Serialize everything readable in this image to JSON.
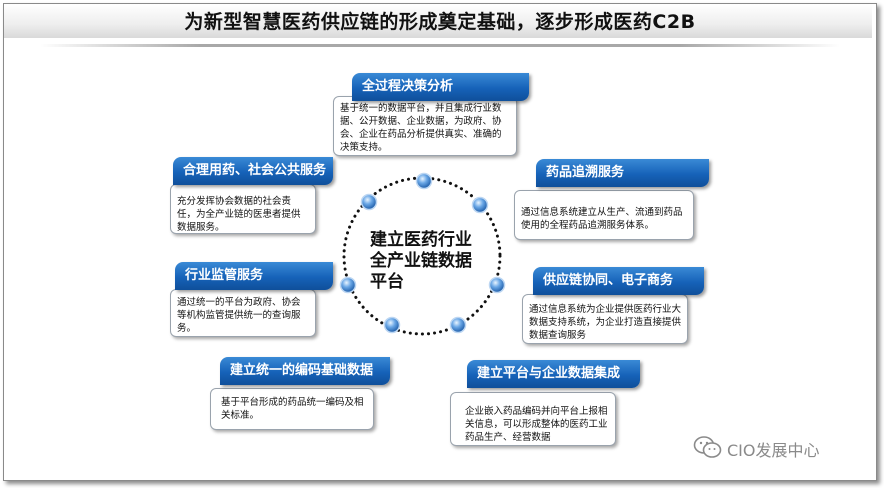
{
  "title": "为新型智慧医药供应链的形成奠定基础，逐步形成医药C2B",
  "center": {
    "line1": "建立医药行业",
    "line2": "全产业链数据",
    "line3": "平台"
  },
  "nodes": {
    "decision": {
      "title": "全过程决策分析",
      "body": "基于统一的数据平台，并且集成行业数据、公开数据、企业数据，为政府、协会、企业在药品分析提供真实、准确的决策支持。"
    },
    "trace": {
      "title": "药品追溯服务",
      "body": "通过信息系统建立从生产、流通到药品使用的全程药品追溯服务体系。"
    },
    "supply": {
      "title": "供应链协同、电子商务",
      "body": "通过信息系统为企业提供医药行业大数据支持系统，为企业打造直接提供数据查询服务"
    },
    "integration": {
      "title": "建立平台与企业数据集成",
      "body": "企业嵌入药品编码并向平台上报相关信息，可以形成整体的医药工业药品生产、经营数据"
    },
    "coding": {
      "title": "建立统一的编码基础数据",
      "body": "基于平台形成的药品统一编码及相关标准。"
    },
    "supervision": {
      "title": "行业监管服务",
      "body": "通过统一的平台为政府、协会等机构监管提供统一的查询服务。"
    },
    "public": {
      "title": "合理用药、社会公共服务",
      "body": "充分发挥协会数据的社会责任，为全产业链的医患者提供数据服务。"
    }
  },
  "watermark": "CIO发展中心",
  "colors": {
    "header_blue": "#1662b8",
    "node_blue": "#3f7fd0"
  }
}
